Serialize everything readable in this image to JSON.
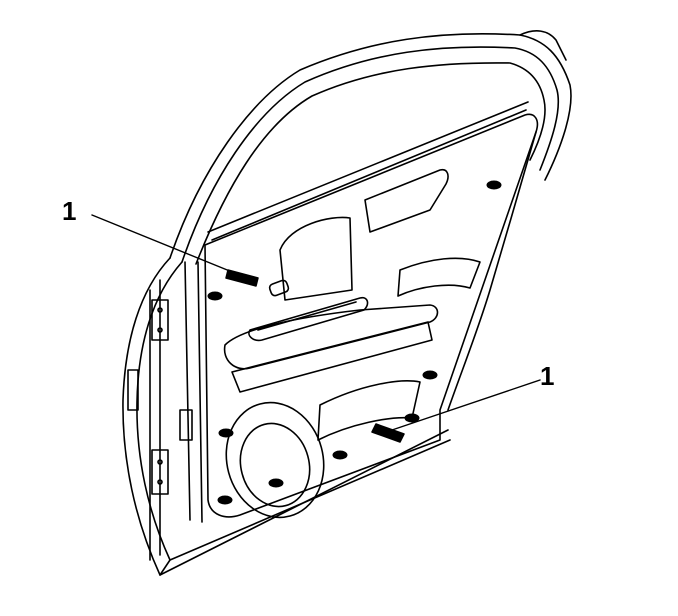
{
  "diagram": {
    "callouts": [
      {
        "id": "callout-upper",
        "label": "1"
      },
      {
        "id": "callout-lower",
        "label": "1"
      }
    ],
    "colors": {
      "line": "#000000",
      "fill": "#ffffff"
    }
  }
}
